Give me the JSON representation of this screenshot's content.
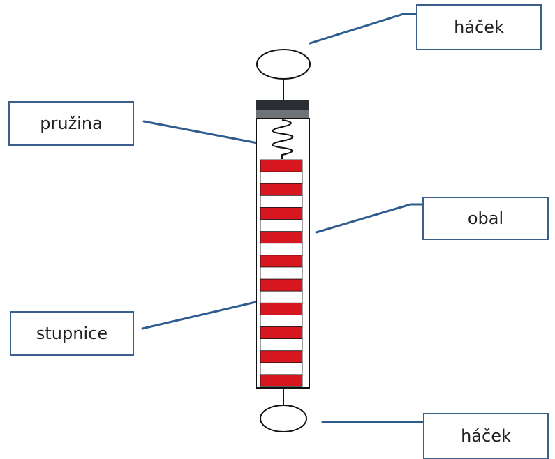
{
  "labels": {
    "hook_top": "háček",
    "spring": "pružina",
    "casing": "obal",
    "scale": "stupnice",
    "hook_bottom": "háček"
  },
  "colors": {
    "scale_red": "#d7161f",
    "scale_white": "#ffffff",
    "leader_line": "#2f5c8f",
    "box_border": "#3b5f8a",
    "cap_dark": "#2a2d31",
    "cap_mid": "#6e7377"
  }
}
